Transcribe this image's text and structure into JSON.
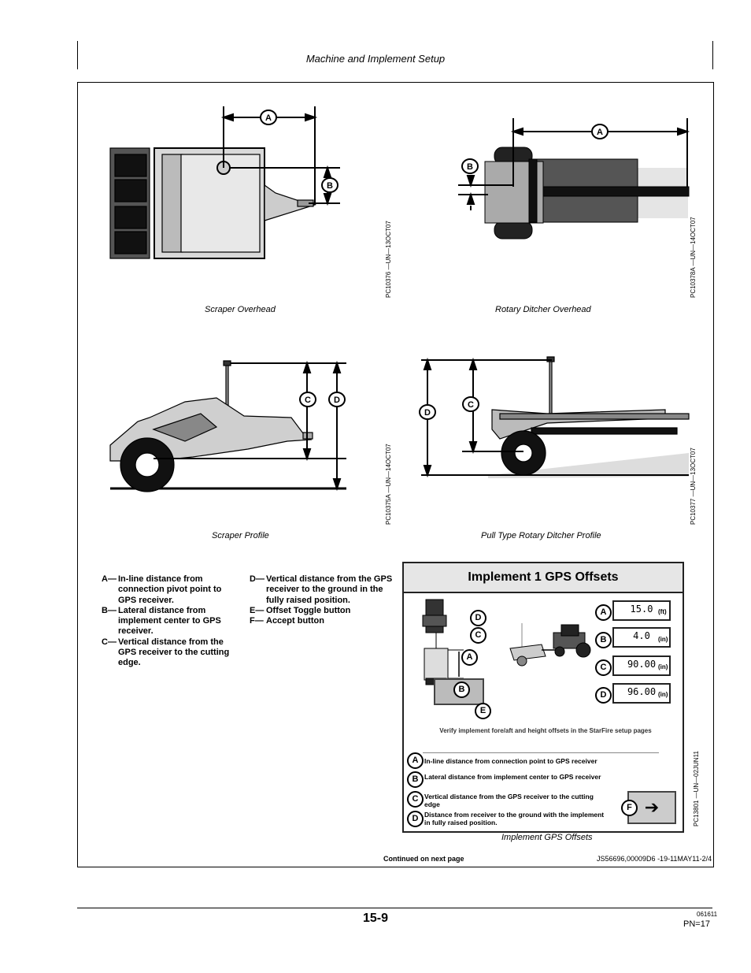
{
  "header": {
    "section_title": "Machine and Implement Setup"
  },
  "figures": {
    "scraper_overhead": {
      "caption": "Scraper  Overhead",
      "image_id": "PC10376  —UN—13OCT07"
    },
    "rotary_overhead": {
      "caption": "Rotary  Ditcher  Overhead",
      "image_id": "PC10378A  —UN—14OCT07"
    },
    "scraper_profile": {
      "caption": "Scraper  Profile",
      "image_id": "PC10375A  —UN—14OCT07"
    },
    "ditcher_profile": {
      "caption": "Pull  Type  Rotary  Ditcher  Profile",
      "image_id": "PC10377  —UN—13OCT07"
    },
    "gps_offsets": {
      "caption": "Implement  GPS  Offsets",
      "image_id": "PC13801  —UN—02JUN11"
    }
  },
  "callouts": {
    "a": "A",
    "b": "B",
    "c": "C",
    "d": "D",
    "e": "E",
    "f": "F"
  },
  "definitions": {
    "left": [
      {
        "letter": "A—",
        "text": "In-line distance from connection pivot point to GPS receiver."
      },
      {
        "letter": "B—",
        "text": "Lateral distance from implement center to GPS receiver."
      },
      {
        "letter": "C—",
        "text": "Vertical distance from the GPS receiver to the cutting edge."
      }
    ],
    "right": [
      {
        "letter": "D—",
        "text": "Vertical distance from the GPS receiver to the ground in the fully raised position."
      },
      {
        "letter": "E—",
        "text": "Offset Toggle button"
      },
      {
        "letter": "F—",
        "text": "Accept button"
      }
    ]
  },
  "screen": {
    "title": "Implement 1 GPS Offsets",
    "fields": [
      {
        "letter": "A",
        "value": "15.0",
        "unit": "(ft)"
      },
      {
        "letter": "B",
        "value": "4.0",
        "unit": "(in)"
      },
      {
        "letter": "C",
        "value": "90.00",
        "unit": "(in)"
      },
      {
        "letter": "D",
        "value": "96.00",
        "unit": "(in)"
      }
    ],
    "verify_text": "Verify implement fore/aft and height offsets in the StarFire setup pages",
    "legend": [
      {
        "letter": "A",
        "text": "In-line distance from connection point to GPS receiver"
      },
      {
        "letter": "B",
        "text": "Lateral distance from implement center to GPS receiver"
      },
      {
        "letter": "C",
        "text": "Vertical distance from the GPS receiver to the cutting edge"
      },
      {
        "letter": "D",
        "text": "Distance from receiver to the ground with the implement in fully raised position."
      }
    ]
  },
  "footer": {
    "continued": "Continued on next page",
    "reference": "JS56696,00009D6 -19-11MAY11-2/4",
    "page_number": "15-9",
    "code": "061611",
    "pn": "PN=17"
  }
}
